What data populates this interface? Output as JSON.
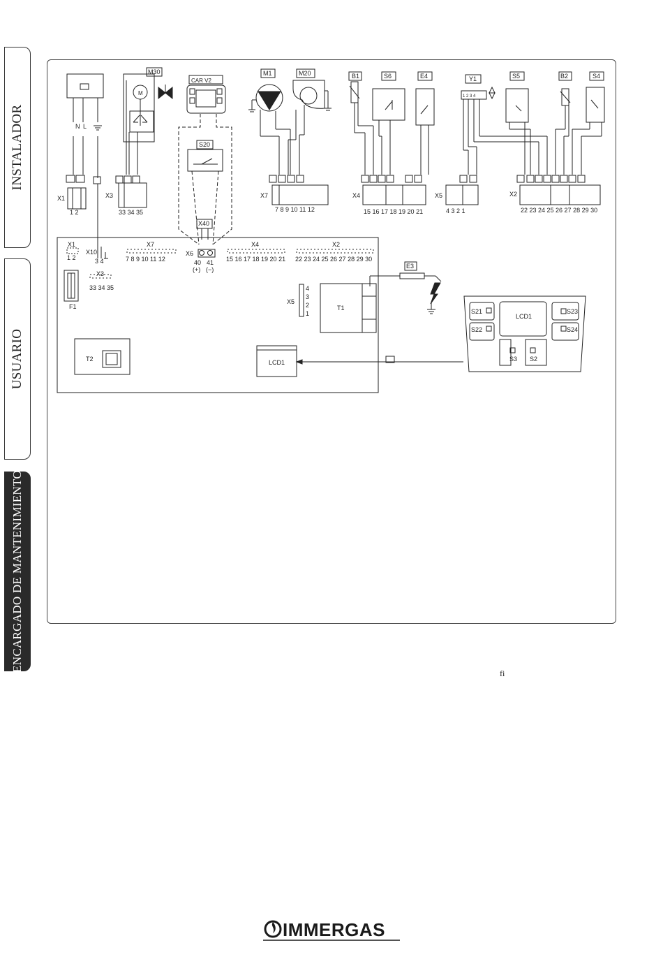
{
  "sidebar": {
    "tabs": [
      {
        "label": "INSTALADOR"
      },
      {
        "label": "USUARIO"
      },
      {
        "label": "ENCARGADO DE MANTENIMIENTO"
      }
    ]
  },
  "diagram": {
    "components": {
      "m30": "M30",
      "car": "CAR V2",
      "s20": "S20",
      "x40": "X40",
      "m1": "M1",
      "m20": "M20",
      "b1": "B1",
      "s6": "S6",
      "e4": "E4",
      "y1": "Y1",
      "s5": "S5",
      "b2": "B2",
      "s4": "S4",
      "e3": "E3",
      "t1": "T1",
      "t2": "T2",
      "f1": "F1",
      "lcd1": "LCD1",
      "m": "M",
      "s21": "S21",
      "s22": "S22",
      "s23": "S23",
      "s24": "S24",
      "s3": "S3",
      "s2": "S2"
    },
    "connectors": {
      "x1": "X1",
      "x2": "X2",
      "x3": "X3",
      "x4": "X4",
      "x5": "X5",
      "x6": "X6",
      "x7": "X7",
      "x10": "X10"
    },
    "pins": {
      "x1": "1  2",
      "x3": "33 34 35",
      "x7": "7  8  9  10  11  12",
      "x4": "15 16 17 18 19 20 21",
      "x5": "4  3  2  1",
      "x2": "22 23 24 25 26 27 28 29 30",
      "x6_40": "40",
      "x6_41": "41",
      "x6_plus": "(+)",
      "x6_minus": "(−)",
      "x10": "3   4",
      "x5v": [
        "4",
        "3",
        "2",
        "1"
      ],
      "y1": "1 2 3 4"
    },
    "wires": {
      "n": "N",
      "l": "L"
    }
  },
  "footer": {
    "mark": "fi",
    "brand": "IMMERGAS"
  }
}
